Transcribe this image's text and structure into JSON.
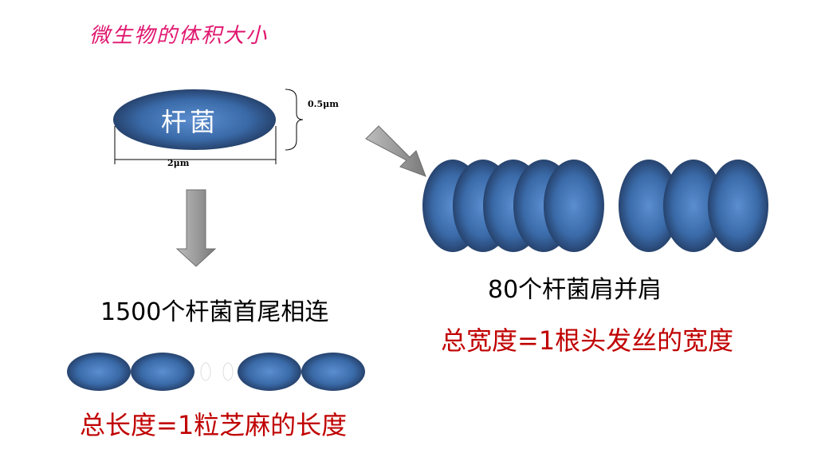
{
  "title": "微生物的体积大小",
  "bacterium": {
    "name": "杆菌",
    "height_label": "0.5μm",
    "width_label": "2μm"
  },
  "chain": {
    "label": "1500个杆菌首尾相连",
    "equivalence": "总长度=1粒芝麻的长度"
  },
  "side_by_side": {
    "label": "80个杆菌肩并肩",
    "equivalence": "总宽度=1根头发丝的宽度"
  },
  "colors": {
    "title": "#e0166f",
    "equivalence": "#c00000",
    "bacterium_dark": "#1b2c4c",
    "bacterium_light": "#5b8ed0",
    "arrow": "#8c8c8c"
  }
}
